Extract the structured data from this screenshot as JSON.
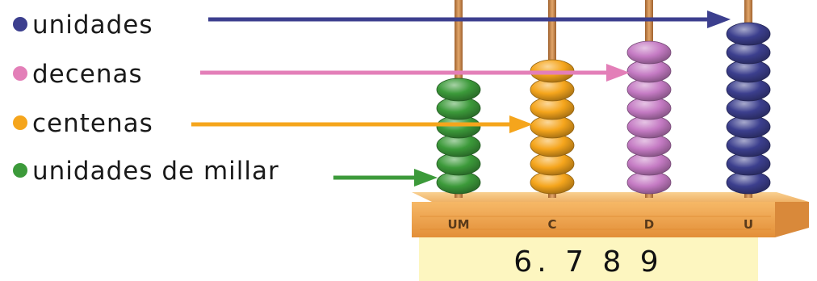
{
  "legend": [
    {
      "label": "unidades",
      "color": "#3c3f8e"
    },
    {
      "label": "decenas",
      "color": "#e37fb8"
    },
    {
      "label": "centenas",
      "color": "#f5a51c"
    },
    {
      "label": "unidades de millar",
      "color": "#3c9a3a"
    }
  ],
  "columns": [
    {
      "label": "UM",
      "beads": 6,
      "color": "#3c9a3a"
    },
    {
      "label": "C",
      "beads": 7,
      "color": "#f5a51c"
    },
    {
      "label": "D",
      "beads": 8,
      "color": "#c57bc4"
    },
    {
      "label": "U",
      "beads": 9,
      "color": "#3c3f8e"
    }
  ],
  "number": {
    "value": "6. 7 8 9"
  },
  "colors": {
    "rod": "#c9884b",
    "base_top": "#f2b56a",
    "base_front": "#f0a955",
    "base_side": "#d9893a",
    "panel": "#fdf6c0"
  }
}
